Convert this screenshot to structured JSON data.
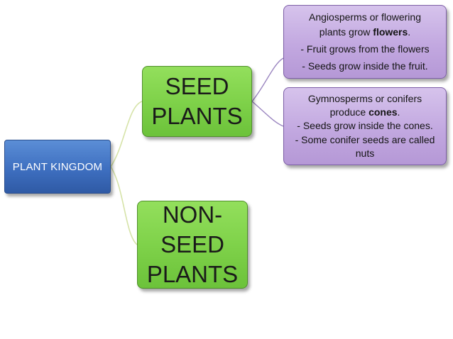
{
  "diagram": {
    "root": {
      "label": "PLANT KINGDOM"
    },
    "seed_plants": {
      "lines": [
        "SEED",
        "PLANTS"
      ]
    },
    "non_seed_plants": {
      "lines": [
        "NON-",
        "SEED",
        "PLANTS"
      ]
    },
    "angiosperms": {
      "line1": "Angiosperms or flowering",
      "line2_prefix": "plants grow ",
      "line2_bold": "flowers",
      "line2_suffix": ".",
      "line3": "- Fruit grows from the flowers",
      "line4": "- Seeds grow inside the fruit."
    },
    "gymnosperms": {
      "line1": "Gymnosperms or conifers",
      "line2_prefix": "produce ",
      "line2_bold": "cones",
      "line2_suffix": ".",
      "line3": "- Seeds grow inside the cones.",
      "line4": "- Some conifer seeds are called",
      "line5": "nuts"
    }
  },
  "colors": {
    "root_fill": "#3e6fc0",
    "seed_fill": "#7fd24a",
    "detail_fill": "#c2a8e0",
    "connector_root": "#d6e3a8",
    "connector_seed": "#9b86c0"
  }
}
